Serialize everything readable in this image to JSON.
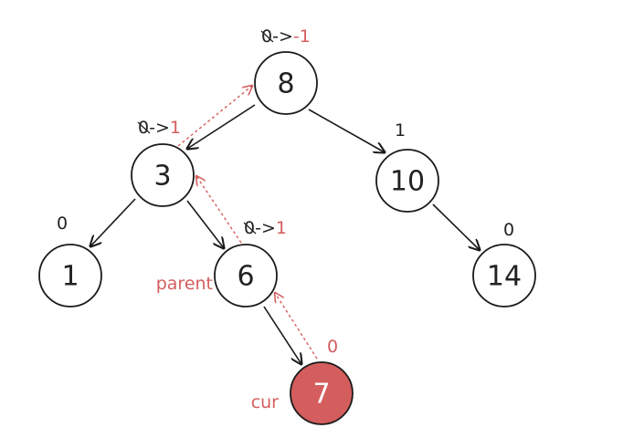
{
  "nodes": [
    {
      "id": "n8",
      "label": "8"
    },
    {
      "id": "n3",
      "label": "3"
    },
    {
      "id": "n10",
      "label": "10"
    },
    {
      "id": "n1",
      "label": "1"
    },
    {
      "id": "n6",
      "label": "6"
    },
    {
      "id": "n14",
      "label": "14"
    },
    {
      "id": "n7",
      "label": "7",
      "highlight": true
    }
  ],
  "balance_factors": {
    "n8": {
      "old": "0",
      "arrow": "->",
      "new": "-1"
    },
    "n3": {
      "old": "0",
      "arrow": "->",
      "new": "1"
    },
    "n10": {
      "value": "1"
    },
    "n1": {
      "value": "0"
    },
    "n6": {
      "old": "0",
      "arrow": "->",
      "new": "1"
    },
    "n14": {
      "value": "0"
    },
    "n7": {
      "value": "0"
    }
  },
  "pointers": {
    "parent": "parent",
    "cur": "cur"
  },
  "colors": {
    "accent": "#d45d5d",
    "line": "#1a1a1a"
  }
}
